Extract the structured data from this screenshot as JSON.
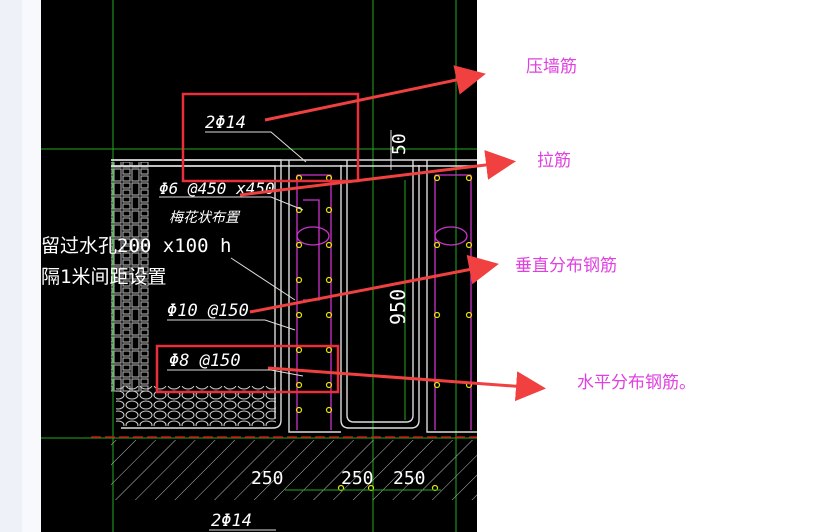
{
  "drawing": {
    "labels": {
      "top_bar": "2Φ14",
      "tie": "Φ6 @450 x450",
      "tie_note": "梅花状布置",
      "drain_hole_1": "留过水孔200 x100 h",
      "drain_hole_2": "隔1米间距设置",
      "vertical_bar": "Φ10 @150",
      "horizontal_bar": "Φ8 @150",
      "dim_top": "50",
      "dim_height": "950",
      "dim_1": "250",
      "dim_2": "250",
      "dim_3": "250",
      "bottom_bar": "2Φ14"
    }
  },
  "annotations": {
    "cap_bar": "压墙筋",
    "tie_bar": "拉筋",
    "vertical_distribution": "垂直分布钢筋",
    "horizontal_distribution": "水平分布钢筋。"
  },
  "colors": {
    "cad_background": "#000000",
    "annotation_text": "#e040e0",
    "arrow": "#f04040",
    "highlight_box": "#e8303a",
    "cad_line": "#d8d8d8",
    "magenta_rebar": "#cc33cc",
    "green_line": "#22aa22",
    "red_grade_line": "#cc1111"
  }
}
